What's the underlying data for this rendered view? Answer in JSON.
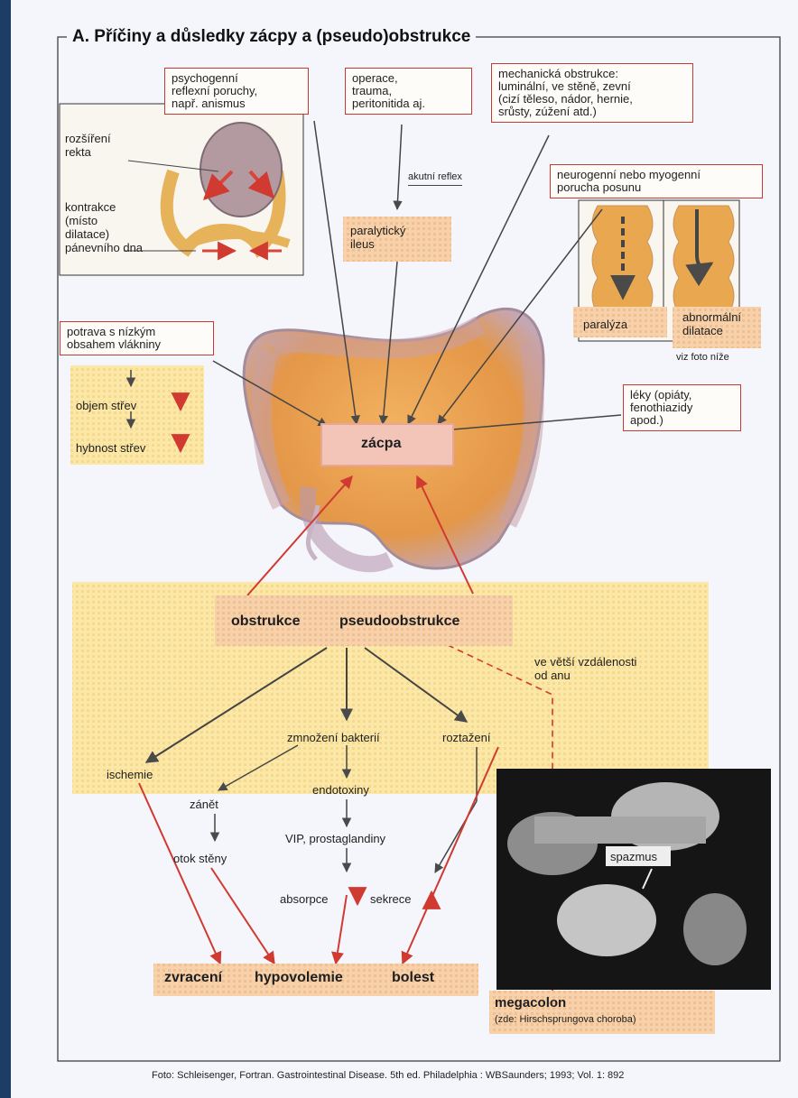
{
  "title": "A. Příčiny a důsledky zácpy a (pseudo)obstrukce",
  "causes": {
    "psychogenic": [
      "psychogenní",
      "reflexní poruchy,",
      "např. anismus"
    ],
    "surgery": [
      "operace,",
      "trauma,",
      "peritonitida aj."
    ],
    "mechanical": [
      "mechanická obstrukce:",
      "luminální, ve stěně, zevní",
      "(cizí těleso, nádor, hernie,",
      "srůsty, zúžení atd.)"
    ],
    "neuro": [
      "neurogenní nebo myogenní",
      "porucha posunu"
    ],
    "diet": [
      "potrava s nízkým",
      "obsahem vlákniny"
    ],
    "drugs": [
      "léky (opiáty,",
      "fenothiazidy",
      "apod.)"
    ]
  },
  "rectum": {
    "dilation": [
      "rozšíření",
      "rekta"
    ],
    "contraction": [
      "kontrakce",
      "(místo",
      "dilatace)",
      "pánevního dna"
    ]
  },
  "acute_reflex": "akutní reflex",
  "ileus": [
    "paralytický",
    "ileus"
  ],
  "paralysis": "paralýza",
  "abnormal": [
    "abnormální",
    "dilatace"
  ],
  "see_photo": "viz foto níže",
  "diet_effects": {
    "volume": "objem střev",
    "motility": "hybnost střev"
  },
  "center": "zácpa",
  "obstruction": "obstrukce",
  "pseudo": "pseudoobstrukce",
  "distance": [
    "ve větší vzdálenosti",
    "od anu"
  ],
  "effects": {
    "ischemia": "ischemie",
    "bacteria": "zmnožení bakterií",
    "distension": "roztažení",
    "endotoxins": "endotoxiny",
    "inflammation": "zánět",
    "vip": "VIP, prostaglandiny",
    "edema": "otok stěny",
    "absorption": "absorpce",
    "secretion": "sekrece"
  },
  "spasm": "spazmus",
  "megacolon": "megacolon",
  "megacolon_note": "(zde: Hirschsprungova choroba)",
  "bottom": {
    "vomiting": "zvracení",
    "hypovolemia": "hypovolemie",
    "pain": "bolest"
  },
  "source": "Foto: Schleisenger, Fortran. Gastrointestinal Disease. 5th ed. Philadelphia : WBSaunders; 1993; Vol. 1: 892",
  "colors": {
    "accent_red": "#c83a2f",
    "arrow_gray": "#555555",
    "panel": "#f9e6a9",
    "pink_box": "#f3cfa7"
  }
}
